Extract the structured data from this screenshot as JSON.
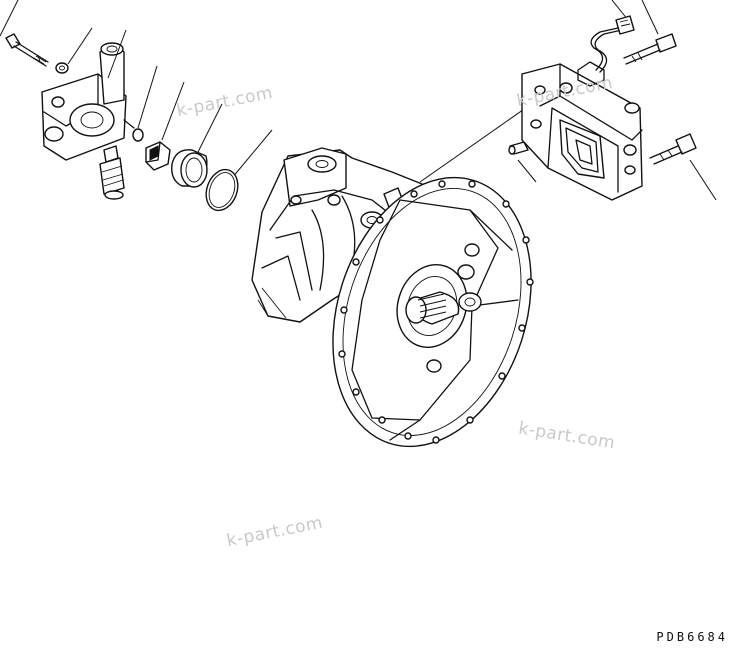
{
  "watermarks": [
    "k-part.com",
    "k-part.com",
    "k-part.com",
    "k-part.com"
  ],
  "drawing_code": "PDB6684"
}
